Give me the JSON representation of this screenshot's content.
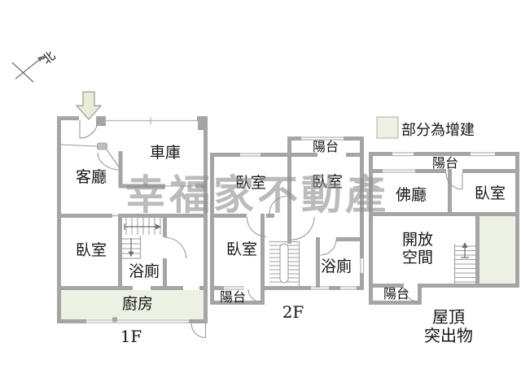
{
  "legend": {
    "label": "部分為增建"
  },
  "compass": {
    "label": "北"
  },
  "watermark": {
    "text": "幸福家不動產"
  },
  "colors": {
    "wall": "#a5a5a5",
    "addition_fill": "#edf1e4",
    "entrance_arrow_fill": "#e9ecd8",
    "watermark_gray": "#8e8e8e"
  },
  "floors": {
    "f1": {
      "label": "1F",
      "rooms": {
        "living": "客廳",
        "garage": "車庫",
        "bedroom": "臥室",
        "bath": "浴廁",
        "kitchen": "廚房"
      }
    },
    "f2": {
      "label": "2F",
      "rooms": {
        "balcony_top": "陽台",
        "bedroom_left": "臥室",
        "bedroom_right": "臥室",
        "bedroom_bottom": "臥室",
        "bath": "浴廁",
        "balcony_bottom": "陽台"
      }
    },
    "roof": {
      "label_line1": "屋頂",
      "label_line2": "突出物",
      "rooms": {
        "balcony_top": "陽台",
        "buddha_hall": "佛廳",
        "bedroom": "臥室",
        "open_space_line1": "開放",
        "open_space_line2": "空間",
        "balcony_bottom": "陽台"
      }
    }
  }
}
